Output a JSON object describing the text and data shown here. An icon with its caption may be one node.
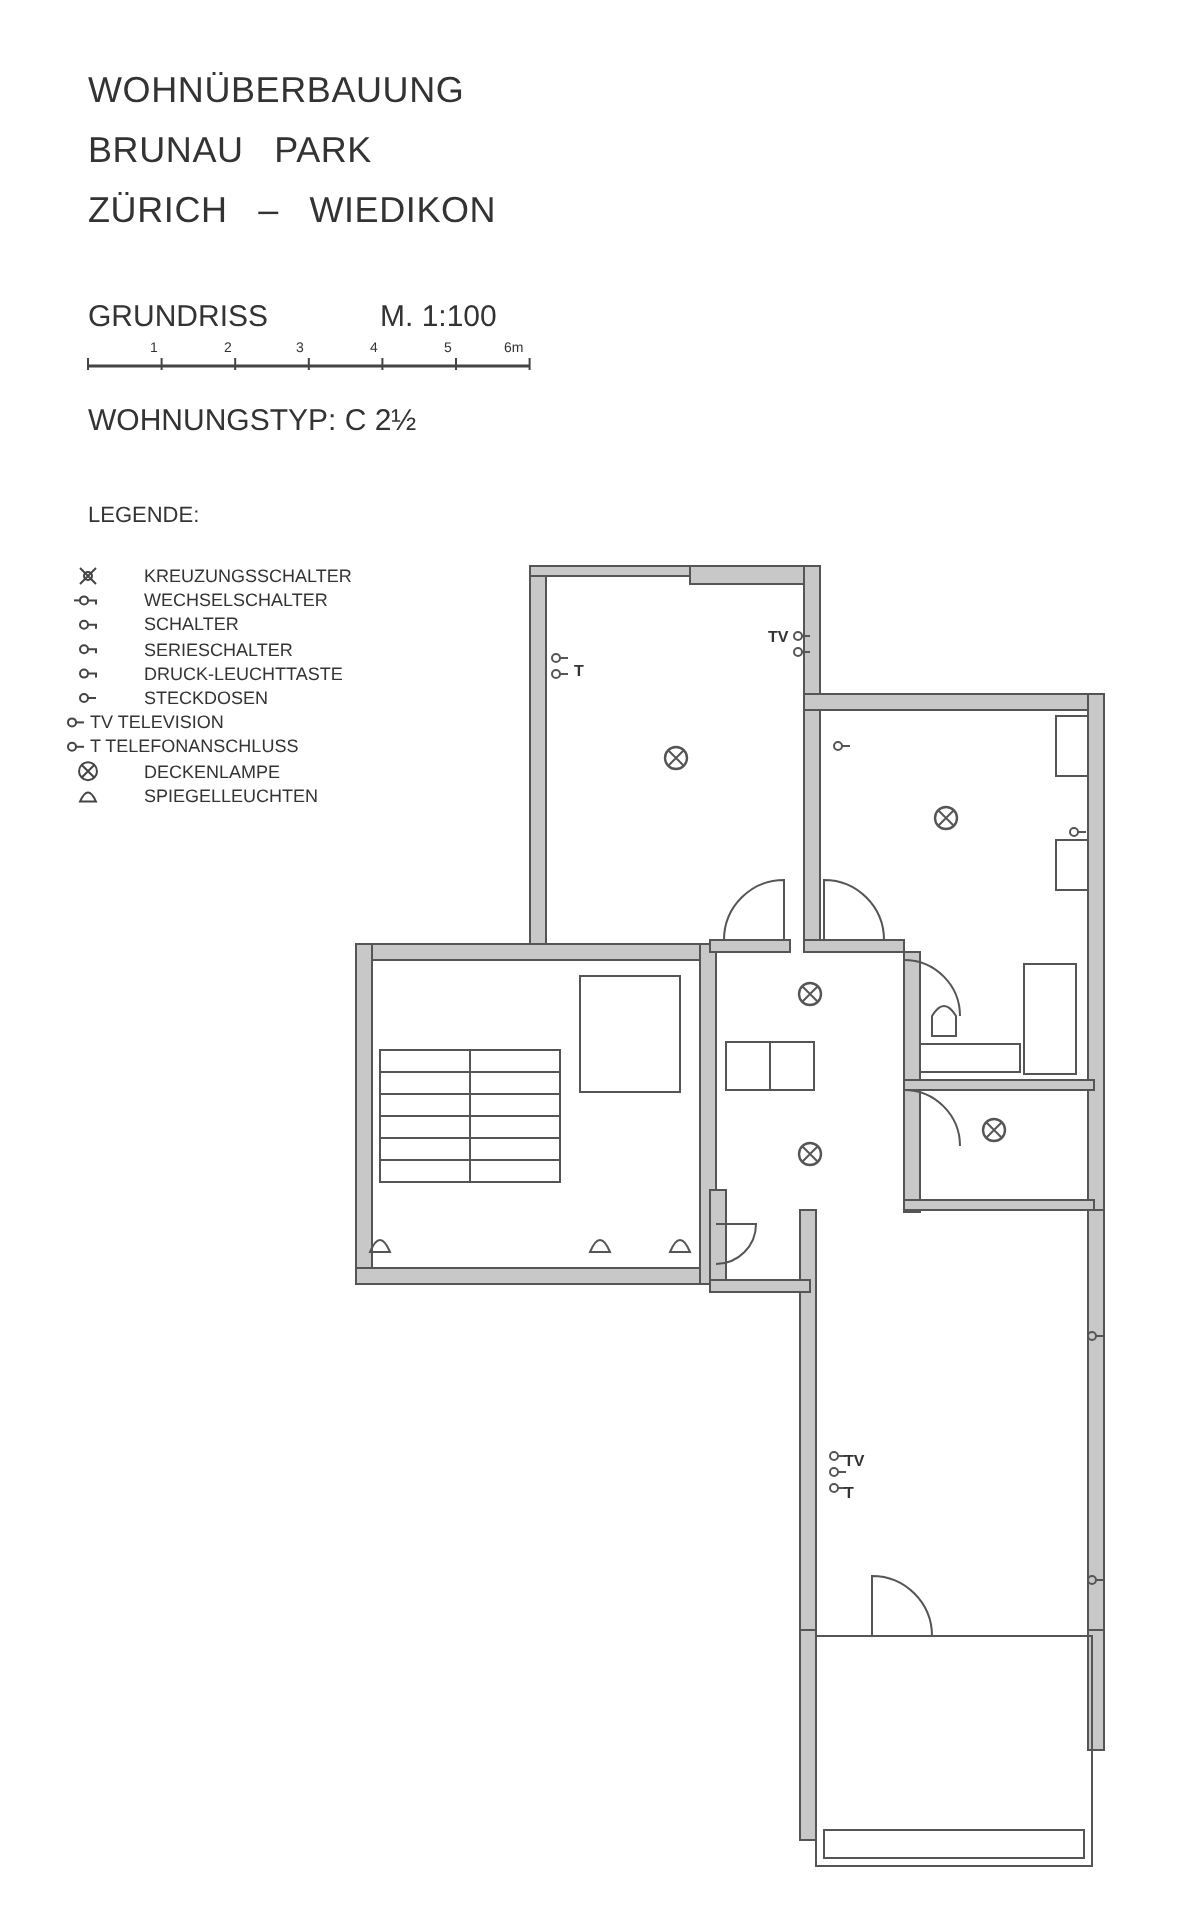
{
  "diagram": {
    "title": "WOHNÜBERBAUUNG BRUNAU PARK ZÜRICH – WIEDIKON",
    "labels": [
      "GRUNDRISS",
      "M. 1:100",
      "1",
      "2",
      "3",
      "4",
      "5",
      "6m",
      "WOHNUNGSTYP: C 2½",
      "LEGENDE:",
      "TV",
      "T",
      "TV",
      "T"
    ],
    "legend": [
      {
        "text": "KREUZUNGSSCHALTER"
      },
      {
        "text": "WECHSELSCHALTER"
      },
      {
        "text": "SCHALTER"
      },
      {
        "text": "SERIESCHALTER"
      },
      {
        "text": "DRUCK-LEUCHTTASTE"
      },
      {
        "text": "STECKDOSEN"
      },
      {
        "text": "TV TELEVISION"
      },
      {
        "text": "T TELEFONANSCHLUSS"
      },
      {
        "text": "DECKENLAMPE"
      },
      {
        "text": "SPIEGELLEUCHTEN"
      }
    ]
  }
}
